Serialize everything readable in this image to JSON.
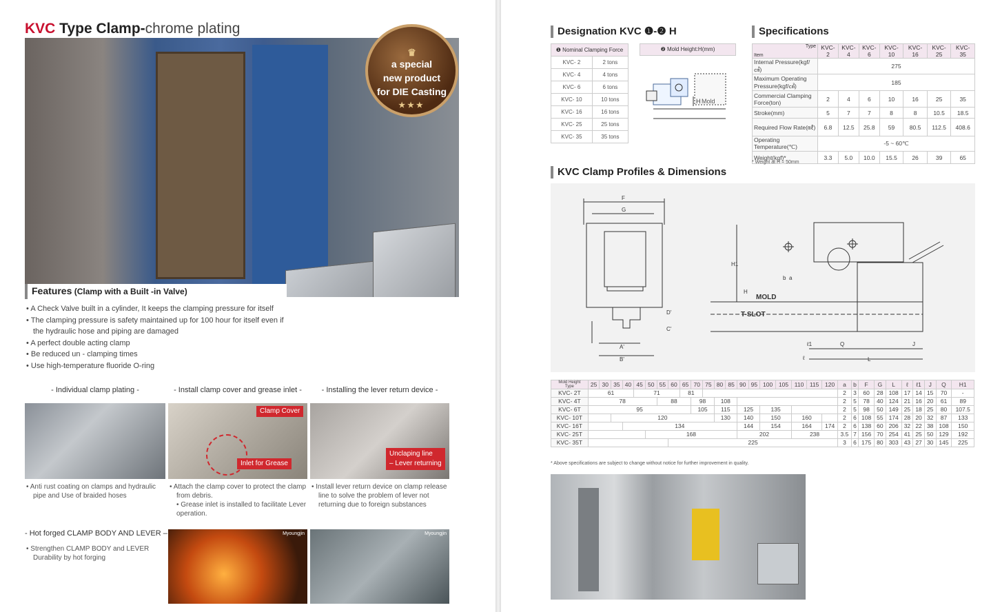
{
  "left": {
    "title": {
      "brand": "KVC",
      "type": " Type Clamp-",
      "thin": "chrome plating"
    },
    "badge": {
      "line1": "a special",
      "line2": "new product",
      "line3": "for DIE Casting",
      "stars": "★★★"
    },
    "features": {
      "title": "Features",
      "subtitle": " (Clamp with a Built -in Valve)",
      "items": [
        "A Check Valve built in a cylinder, It keeps the clamping pressure for itself",
        "The clamping pressure is safety maintained up for 100 hour for itself even if the hydraulic hose and piping are damaged",
        "A perfect double acting clamp",
        "Be reduced un - clamping times",
        "Use high-temperature fluoride O-ring"
      ]
    },
    "captions": [
      "- Individual clamp plating -",
      "- Install clamp cover and grease inlet -",
      "- Installing the lever return device -"
    ],
    "photo_labels": {
      "clamp_cover": "Clamp Cover",
      "inlet": "Inlet for Grease",
      "unclamp_1": "Unclaping line",
      "unclamp_2": "– Lever returning"
    },
    "notes": [
      "Anti rust coating on clamps and hydraulic pipe and Use of braided hoses",
      "Attach the clamp cover to protect the clamp from debris.",
      "Grease inlet is installed to facilitate Lever operation.",
      "Install lever return device on clamp release line to solve the problem of lever not returning due to foreign substances"
    ],
    "forged": {
      "title": "- Hot forged CLAMP BODY AND LEVER –",
      "note": "Strengthen CLAMP BODY and LEVER Durability by hot forging",
      "wm1": "Myoungjin",
      "wm2": "Myoungjin"
    }
  },
  "right": {
    "designation": {
      "title": "Designation KVC ❶-❷ H",
      "col1": "❶ Nominal Clamping Force",
      "col2": "❷ Mold Height:H(mm)",
      "rows": [
        [
          "KVC- 2",
          "2 tons"
        ],
        [
          "KVC- 4",
          "4 tons"
        ],
        [
          "KVC- 6",
          "6 tons"
        ],
        [
          "KVC- 10",
          "10 tons"
        ],
        [
          "KVC- 16",
          "16 tons"
        ],
        [
          "KVC- 25",
          "25 tons"
        ],
        [
          "KVC- 35",
          "35 tons"
        ]
      ],
      "mold_label": "Mold",
      "h_label": "H"
    },
    "specs": {
      "title": "Specifications",
      "corner_type": "Type",
      "corner_item": "Item",
      "models": [
        "KVC-2",
        "KVC-4",
        "KVC-6",
        "KVC-10",
        "KVC-16",
        "KVC-25",
        "KVC-35"
      ],
      "rows": [
        {
          "label": "Internal Pressure(kgf/㎠)",
          "merged": "275"
        },
        {
          "label": "Maximum Operating Pressure(kgf/㎠)",
          "merged": "185"
        },
        {
          "label": "Commercial Clamping Force(ton)",
          "values": [
            "2",
            "4",
            "6",
            "10",
            "16",
            "25",
            "35"
          ]
        },
        {
          "label": "Stroke(mm)",
          "values": [
            "5",
            "7",
            "7",
            "8",
            "8",
            "10.5",
            "18.5"
          ]
        },
        {
          "label": "Required Flow Rate(㎖)",
          "values": [
            "6.8",
            "12.5",
            "25.8",
            "59",
            "80.5",
            "112.5",
            "408.6"
          ]
        },
        {
          "label": "Operating Temperature(℃)",
          "merged": "-5 ~ 60℃"
        },
        {
          "label": "Weight(kgf)*",
          "values": [
            "3.3",
            "5.0",
            "10.0",
            "15.5",
            "26",
            "39",
            "65"
          ]
        }
      ],
      "footnote": "* Weight at H = 50mm"
    },
    "profiles": {
      "title": "KVC Clamp Profiles & Dimensions",
      "labels": {
        "F": "F",
        "G": "G",
        "H1": "H1",
        "H": "H",
        "b": "b",
        "a": "a",
        "C": "C'",
        "D": "D'",
        "A": "A'",
        "B": "B'",
        "Q": "Q",
        "L": "L",
        "J": "J",
        "l1": "ℓ1",
        "l": "ℓ",
        "mold": "MOLD",
        "tslot": "T-SLOT"
      }
    },
    "dims": {
      "corner": "Mold Height",
      "corner2": "Type",
      "heights": [
        "25",
        "30",
        "35",
        "40",
        "45",
        "50",
        "55",
        "60",
        "65",
        "70",
        "75",
        "80",
        "85",
        "90",
        "95",
        "100",
        "105",
        "110",
        "115",
        "120"
      ],
      "cols": [
        "a",
        "b",
        "F",
        "G",
        "L",
        "ℓ",
        "ℓ1",
        "J",
        "Q",
        "H1"
      ],
      "rows": [
        {
          "type": "KVC- 2T",
          "vals": [
            "61",
            "71",
            "81"
          ],
          "dims": [
            "2",
            "3",
            "60",
            "28",
            "108",
            "17",
            "14",
            "15",
            "70",
            "-"
          ]
        },
        {
          "type": "KVC- 4T",
          "vals": [
            "78",
            "88",
            "98",
            "108"
          ],
          "dims": [
            "2",
            "5",
            "78",
            "40",
            "124",
            "21",
            "16",
            "20",
            "61",
            "89"
          ]
        },
        {
          "type": "KVC- 6T",
          "vals": [
            "95",
            "105",
            "115",
            "125",
            "135"
          ],
          "dims": [
            "2",
            "5",
            "98",
            "50",
            "149",
            "25",
            "18",
            "25",
            "80",
            "107.5"
          ]
        },
        {
          "type": "KVC- 10T",
          "vals": [
            "120",
            "130",
            "140",
            "150",
            "160"
          ],
          "dims": [
            "2",
            "6",
            "108",
            "55",
            "174",
            "28",
            "20",
            "32",
            "87",
            "133"
          ]
        },
        {
          "type": "KVC- 16T",
          "vals": [
            "134",
            "144",
            "154",
            "164",
            "174"
          ],
          "dims": [
            "2",
            "6",
            "138",
            "60",
            "206",
            "32",
            "22",
            "38",
            "108",
            "150"
          ]
        },
        {
          "type": "KVC- 25T",
          "vals": [
            "168",
            "202",
            "238"
          ],
          "dims": [
            "3.5",
            "7",
            "156",
            "70",
            "254",
            "41",
            "25",
            "50",
            "129",
            "192"
          ]
        },
        {
          "type": "KVC- 35T",
          "vals": [
            "225"
          ],
          "dims": [
            "3",
            "6",
            "175",
            "80",
            "303",
            "43",
            "27",
            "30",
            "145",
            "225"
          ]
        }
      ],
      "footnote": "* Above specifications are subject to change without notice for further improvement in quality."
    }
  },
  "colors": {
    "brand_red": "#c8102e",
    "header_pink": "#f3e6ef",
    "label_red": "#d0282e"
  }
}
